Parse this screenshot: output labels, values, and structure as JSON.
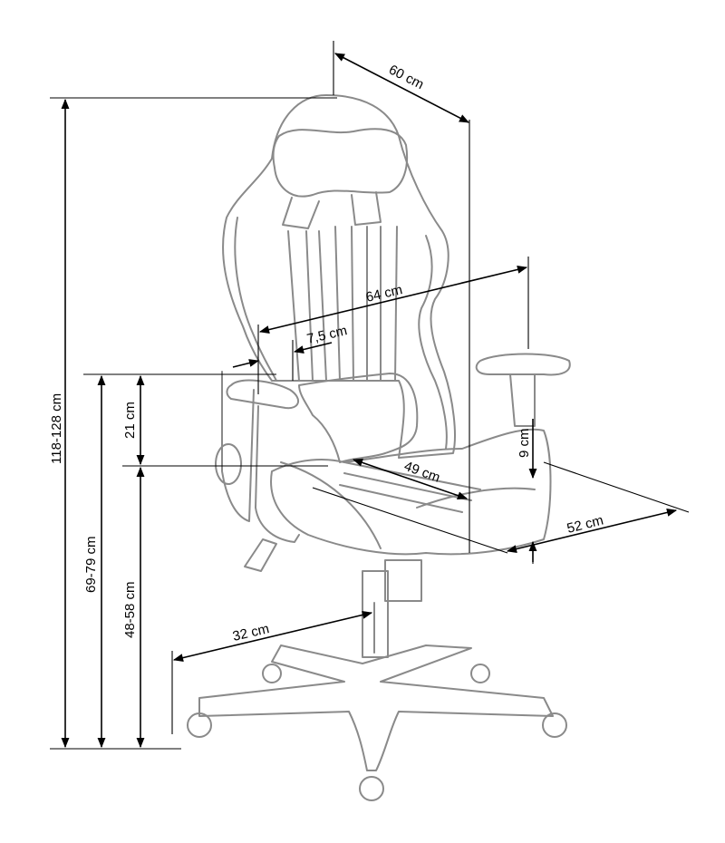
{
  "title": "Gaming chair dimensions",
  "dimensions": {
    "depth_total": "60 cm",
    "height_total": "118-128 cm",
    "armrest_height": "69-79 cm",
    "seat_height": "48-58 cm",
    "armrest_above_seat": "21 cm",
    "width_total": "64 cm",
    "armrest_width": "7,5 cm",
    "seat_depth": "49 cm",
    "seat_cushion_height": "9 cm",
    "seat_width": "52 cm",
    "base_radius": "32 cm"
  },
  "colors": {
    "drawing": "#8a8a8a",
    "dimension_lines": "#000000"
  }
}
